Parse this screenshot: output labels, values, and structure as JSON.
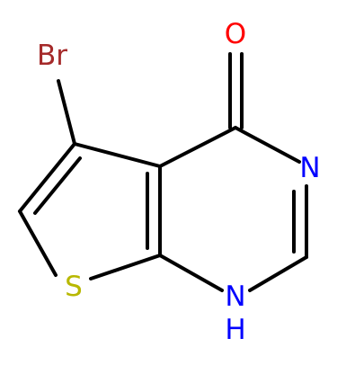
{
  "atoms": {
    "br": {
      "label": "Br",
      "color": "#a52a2a"
    },
    "o": {
      "label": "O",
      "color": "#ff0000"
    },
    "n3": {
      "label": "N",
      "color": "#0000ff"
    },
    "s": {
      "label": "S",
      "color": "#b8b800"
    },
    "nh": {
      "label": "N",
      "color": "#0000ff"
    },
    "h": {
      "label": "H",
      "color": "#0000ff"
    }
  },
  "bond_color": "#000000"
}
